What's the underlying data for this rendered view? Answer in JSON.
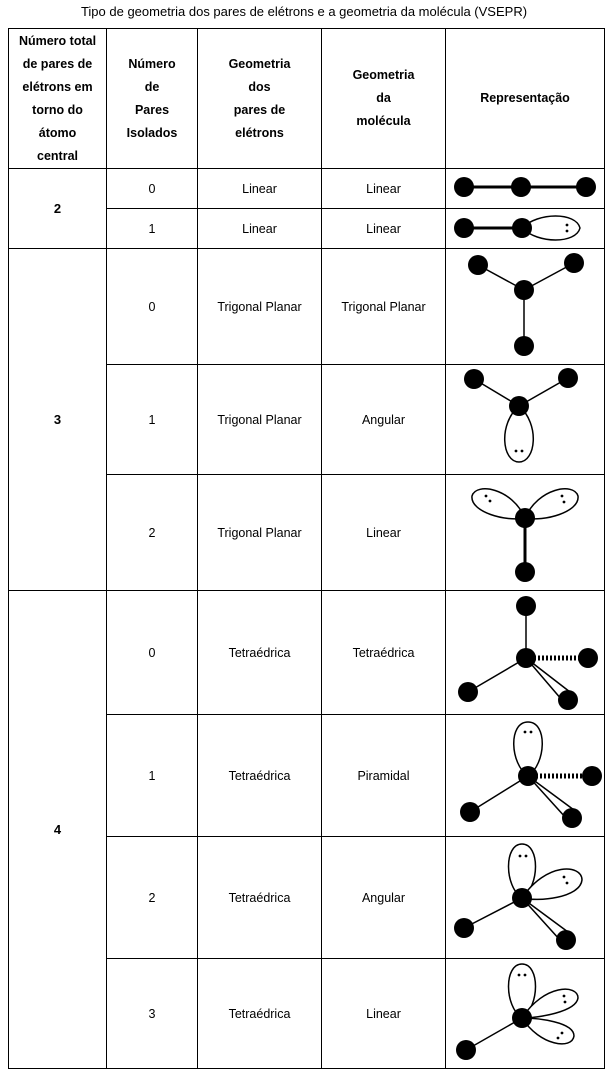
{
  "title": "Tipo de geometria dos pares de elétrons e a geometria da molécula (VSEPR)",
  "headers": {
    "total": [
      "Número total",
      "de pares de",
      "elétrons em",
      "torno do",
      "átomo",
      "central"
    ],
    "isolated": [
      "Número",
      "de",
      "Pares",
      "Isolados"
    ],
    "electron_geometry": [
      "Geometria",
      "dos",
      "pares de",
      "elétrons"
    ],
    "molecular_geometry": [
      "Geometria",
      "da",
      "molécula"
    ],
    "representation": "Representação"
  },
  "groups": [
    {
      "total": "2",
      "rows": [
        {
          "lone_pairs": "0",
          "electron_geometry": "Linear",
          "molecular_geometry": "Linear",
          "icon": "linear-three-atoms-icon"
        },
        {
          "lone_pairs": "1",
          "electron_geometry": "Linear",
          "molecular_geometry": "Linear",
          "icon": "linear-with-lone-pair-icon"
        }
      ]
    },
    {
      "total": "3",
      "rows": [
        {
          "lone_pairs": "0",
          "electron_geometry": "Trigonal Planar",
          "molecular_geometry": "Trigonal Planar",
          "icon": "trigonal-planar-icon"
        },
        {
          "lone_pairs": "1",
          "electron_geometry": "Trigonal Planar",
          "molecular_geometry": "Angular",
          "icon": "angular-one-lone-pair-icon"
        },
        {
          "lone_pairs": "2",
          "electron_geometry": "Trigonal Planar",
          "molecular_geometry": "Linear",
          "icon": "linear-two-lone-pairs-icon"
        }
      ]
    },
    {
      "total": "4",
      "rows": [
        {
          "lone_pairs": "0",
          "electron_geometry": "Tetraédrica",
          "molecular_geometry": "Tetraédrica",
          "icon": "tetrahedral-icon"
        },
        {
          "lone_pairs": "1",
          "electron_geometry": "Tetraédrica",
          "molecular_geometry": "Piramidal",
          "icon": "pyramidal-icon"
        },
        {
          "lone_pairs": "2",
          "electron_geometry": "Tetraédrica",
          "molecular_geometry": "Angular",
          "icon": "angular-two-lone-pairs-icon"
        },
        {
          "lone_pairs": "3",
          "electron_geometry": "Tetraédrica",
          "molecular_geometry": "Linear",
          "icon": "linear-three-lone-pairs-icon"
        }
      ]
    }
  ]
}
